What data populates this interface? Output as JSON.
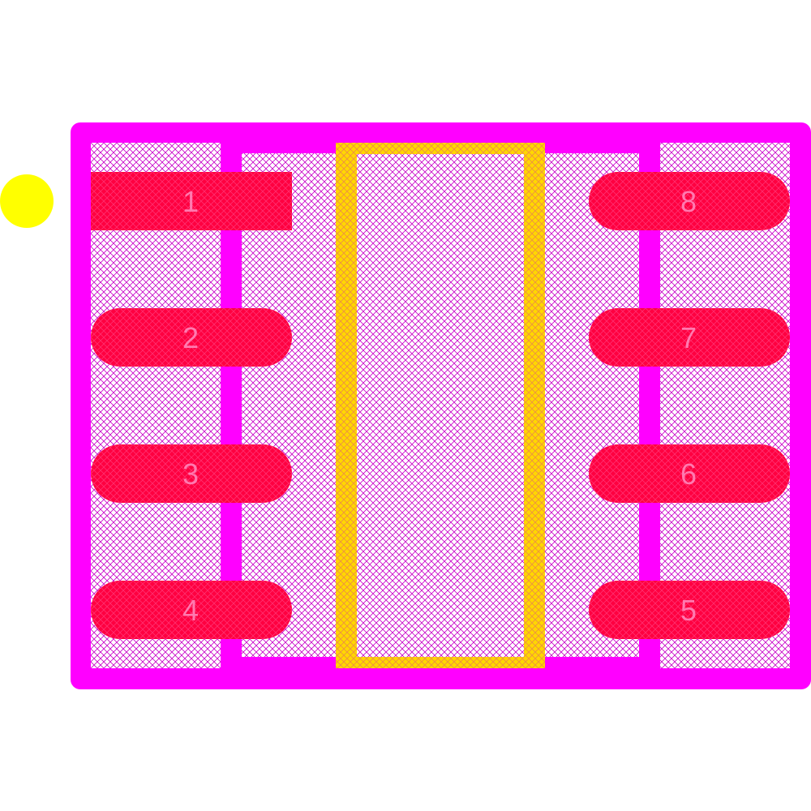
{
  "footprint": {
    "pin1_marker": "pin1-dot",
    "colors": {
      "outline": "#ff00ff",
      "hatch": "#c800c8",
      "pad": "#ff0040",
      "exposed_pad": "#ffd700",
      "marker": "#ffff00",
      "label": "#ff7ab0"
    },
    "pads": [
      {
        "number": "1",
        "shape": "rect"
      },
      {
        "number": "2",
        "shape": "rounded"
      },
      {
        "number": "3",
        "shape": "rounded"
      },
      {
        "number": "4",
        "shape": "rounded"
      },
      {
        "number": "5",
        "shape": "rounded"
      },
      {
        "number": "6",
        "shape": "rounded"
      },
      {
        "number": "7",
        "shape": "rounded"
      },
      {
        "number": "8",
        "shape": "rounded"
      }
    ]
  }
}
